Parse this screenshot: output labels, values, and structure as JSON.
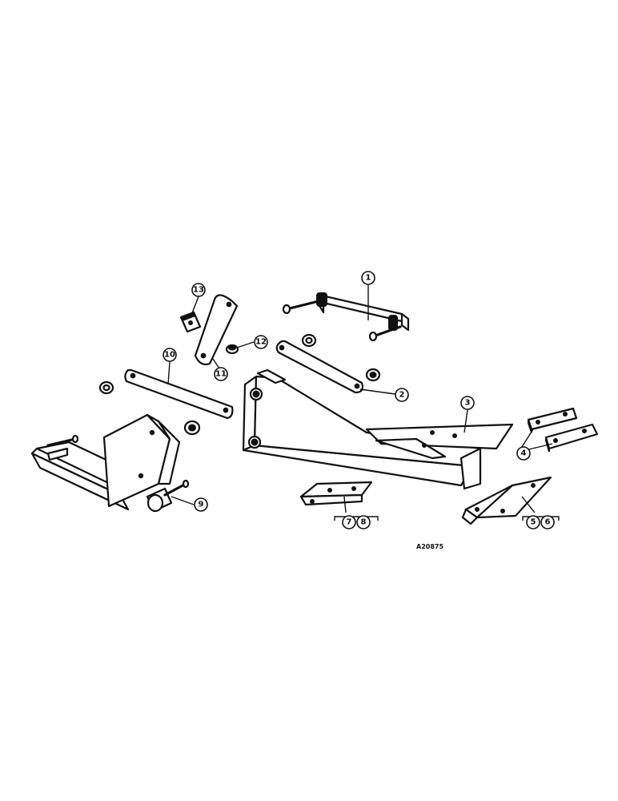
{
  "figure_code": "A20875",
  "callouts": {
    "c1": "1",
    "c2": "2",
    "c3": "3",
    "c4": "4",
    "c5": "5",
    "c6": "6",
    "c7": "7",
    "c8": "8",
    "c9": "9",
    "c10": "10",
    "c11": "11",
    "c12": "12",
    "c13": "13"
  },
  "colors": {
    "ink": "#111111",
    "paper": "#ffffff"
  }
}
